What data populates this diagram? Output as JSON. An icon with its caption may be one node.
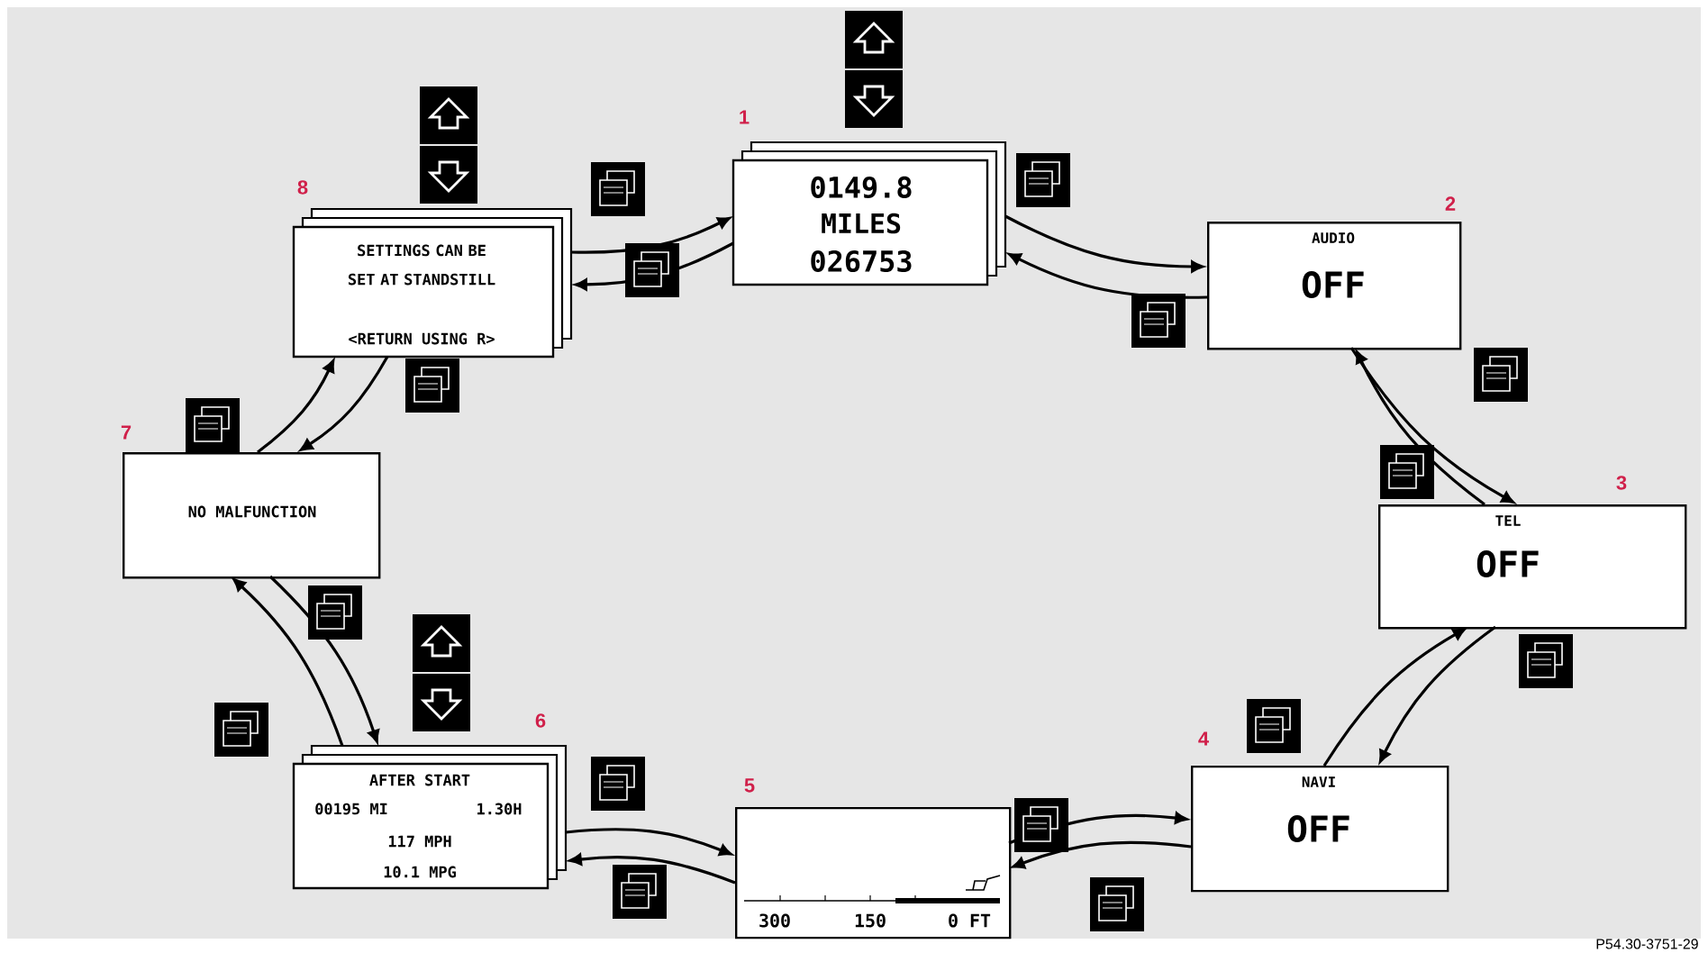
{
  "diagram": {
    "nodes": [
      {
        "text": [
          "0149.8",
          "MILES",
          "026753"
        ],
        "beside": [
          "1"
        ]
      },
      {
        "text": [
          "AUDIO",
          "OFF"
        ],
        "beside": [
          "2"
        ]
      },
      {
        "text": [
          "TEL",
          "OFF"
        ],
        "beside": [
          "3"
        ]
      },
      {
        "text": [
          "NAVI",
          "OFF"
        ],
        "beside": [
          "4"
        ]
      },
      {
        "text": [
          "300",
          "150",
          "0 FT"
        ],
        "beside": [
          "5"
        ]
      },
      {
        "text": [
          "AFTER START",
          "00195 MI",
          "1.30H",
          "117 MPH",
          "10.1 MPG"
        ],
        "beside": [
          "6"
        ]
      },
      {
        "text": [
          "NO MALFUNCTION"
        ],
        "beside": [
          "7"
        ]
      },
      {
        "text": [
          "SETTINGS CAN BE SET AT STANDSTILL",
          "<RETURN USING R>"
        ],
        "beside": [
          "8"
        ]
      }
    ],
    "edges": [
      {
        "from": 0,
        "to": 1,
        "arrow": "to"
      },
      {
        "from": 1,
        "to": 0,
        "arrow": "to"
      },
      {
        "from": 1,
        "to": 2,
        "arrow": "to"
      },
      {
        "from": 2,
        "to": 1,
        "arrow": "to"
      },
      {
        "from": 2,
        "to": 3,
        "arrow": "to"
      },
      {
        "from": 3,
        "to": 2,
        "arrow": "to"
      },
      {
        "from": 3,
        "to": 4,
        "arrow": "to"
      },
      {
        "from": 4,
        "to": 3,
        "arrow": "to"
      },
      {
        "from": 4,
        "to": 5,
        "arrow": "to"
      },
      {
        "from": 5,
        "to": 4,
        "arrow": "to"
      },
      {
        "from": 5,
        "to": 6,
        "arrow": "to"
      },
      {
        "from": 6,
        "to": 5,
        "arrow": "to"
      },
      {
        "from": 6,
        "to": 7,
        "arrow": "to"
      },
      {
        "from": 7,
        "to": 6,
        "arrow": "to"
      },
      {
        "from": 7,
        "to": 0,
        "arrow": "to"
      },
      {
        "from": 0,
        "to": 7,
        "arrow": "to"
      }
    ],
    "labels": [
      "P54.30-3751-29"
    ]
  }
}
